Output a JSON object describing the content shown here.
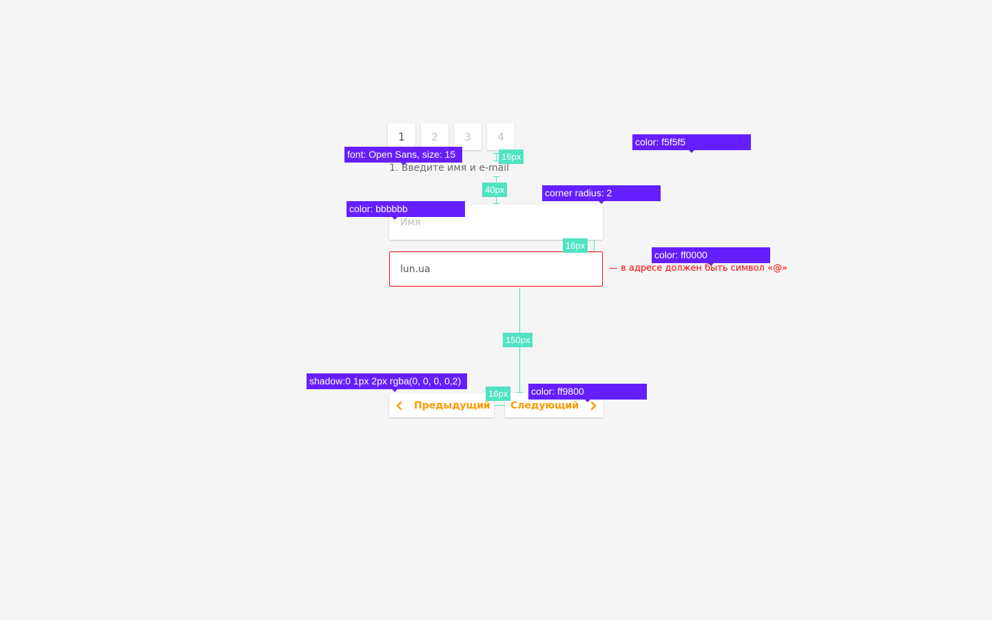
{
  "steps": [
    {
      "label": "1",
      "active": true
    },
    {
      "label": "2",
      "active": false
    },
    {
      "label": "3",
      "active": false
    },
    {
      "label": "4",
      "active": false
    }
  ],
  "form": {
    "heading": "1. Введите имя и e-mail",
    "name_placeholder": "Имя",
    "email_value": "lun.ua",
    "error_message": "— в адресе должен быть символ «@»",
    "prev_label": "Предыдущий",
    "next_label": "Следующий"
  },
  "annotations": {
    "font": "font: Open Sans, size: 15",
    "background_color": "color: f5f5f5",
    "corner_radius": "corner radius: 2",
    "placeholder_color": "color: bbbbbb",
    "error_color": "color: ff0000",
    "shadow": "shadow:0 1px 2px rgba(0, 0, 0, 0,2)",
    "button_color": "color: ff9800"
  },
  "dimensions": {
    "tabs_to_heading": "16px",
    "heading_to_field": "40px",
    "field_gap": "16px",
    "field_to_buttons": "150px",
    "button_gap": "16px"
  },
  "colors": {
    "background": "#f5f5f5",
    "placeholder": "#bbbbbb",
    "error": "#ff0000",
    "accent": "#ff9800",
    "annotation_tag": "#651fff",
    "dimension": "#50e3c2"
  },
  "icons": {
    "prev": "chevron-left-icon",
    "next": "chevron-right-icon"
  }
}
